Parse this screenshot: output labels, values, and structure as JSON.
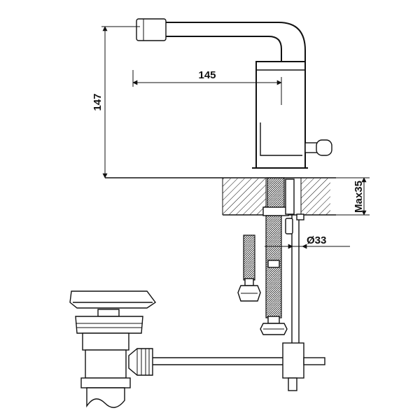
{
  "drawing": {
    "dimensions": {
      "spout_reach": "145",
      "height": "147",
      "max_deck_thickness": "Max35",
      "hole_diameter": "Ø33"
    },
    "colors": {
      "line": "#111111",
      "background": "#ffffff"
    }
  }
}
